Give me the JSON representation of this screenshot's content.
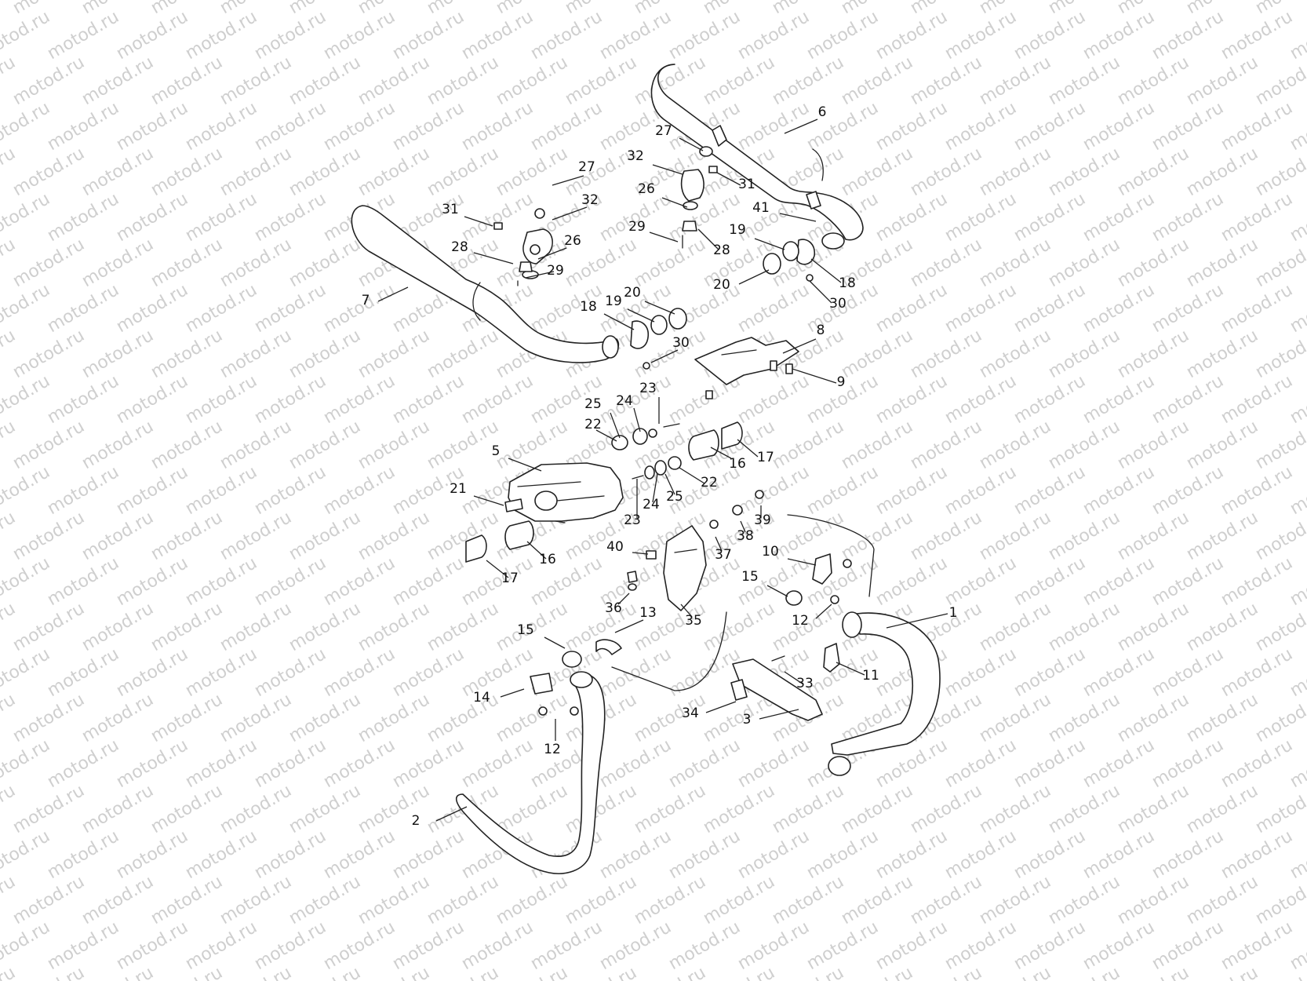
{
  "watermark": "motod.ru",
  "callouts": [
    {
      "id": "c1",
      "label": "1"
    },
    {
      "id": "c2",
      "label": "2"
    },
    {
      "id": "c3",
      "label": "3"
    },
    {
      "id": "c5",
      "label": "5"
    },
    {
      "id": "c6",
      "label": "6"
    },
    {
      "id": "c7",
      "label": "7"
    },
    {
      "id": "c8",
      "label": "8"
    },
    {
      "id": "c9",
      "label": "9"
    },
    {
      "id": "c10",
      "label": "10"
    },
    {
      "id": "c11",
      "label": "11"
    },
    {
      "id": "c12a",
      "label": "12"
    },
    {
      "id": "c12b",
      "label": "12"
    },
    {
      "id": "c13",
      "label": "13"
    },
    {
      "id": "c14",
      "label": "14"
    },
    {
      "id": "c15a",
      "label": "15"
    },
    {
      "id": "c15b",
      "label": "15"
    },
    {
      "id": "c16a",
      "label": "16"
    },
    {
      "id": "c16b",
      "label": "16"
    },
    {
      "id": "c17a",
      "label": "17"
    },
    {
      "id": "c17b",
      "label": "17"
    },
    {
      "id": "c18a",
      "label": "18"
    },
    {
      "id": "c18b",
      "label": "18"
    },
    {
      "id": "c19a",
      "label": "19"
    },
    {
      "id": "c19b",
      "label": "19"
    },
    {
      "id": "c20a",
      "label": "20"
    },
    {
      "id": "c20b",
      "label": "20"
    },
    {
      "id": "c21",
      "label": "21"
    },
    {
      "id": "c22a",
      "label": "22"
    },
    {
      "id": "c22b",
      "label": "22"
    },
    {
      "id": "c23a",
      "label": "23"
    },
    {
      "id": "c23b",
      "label": "23"
    },
    {
      "id": "c24a",
      "label": "24"
    },
    {
      "id": "c24b",
      "label": "24"
    },
    {
      "id": "c25a",
      "label": "25"
    },
    {
      "id": "c25b",
      "label": "25"
    },
    {
      "id": "c26a",
      "label": "26"
    },
    {
      "id": "c26b",
      "label": "26"
    },
    {
      "id": "c27a",
      "label": "27"
    },
    {
      "id": "c27b",
      "label": "27"
    },
    {
      "id": "c28a",
      "label": "28"
    },
    {
      "id": "c28b",
      "label": "28"
    },
    {
      "id": "c29a",
      "label": "29"
    },
    {
      "id": "c29b",
      "label": "29"
    },
    {
      "id": "c30a",
      "label": "30"
    },
    {
      "id": "c30b",
      "label": "30"
    },
    {
      "id": "c31a",
      "label": "31"
    },
    {
      "id": "c31b",
      "label": "31"
    },
    {
      "id": "c32a",
      "label": "32"
    },
    {
      "id": "c32b",
      "label": "32"
    },
    {
      "id": "c33",
      "label": "33"
    },
    {
      "id": "c34",
      "label": "34"
    },
    {
      "id": "c35",
      "label": "35"
    },
    {
      "id": "c36",
      "label": "36"
    },
    {
      "id": "c37",
      "label": "37"
    },
    {
      "id": "c38",
      "label": "38"
    },
    {
      "id": "c39",
      "label": "39"
    },
    {
      "id": "c40",
      "label": "40"
    },
    {
      "id": "c41",
      "label": "41"
    }
  ]
}
